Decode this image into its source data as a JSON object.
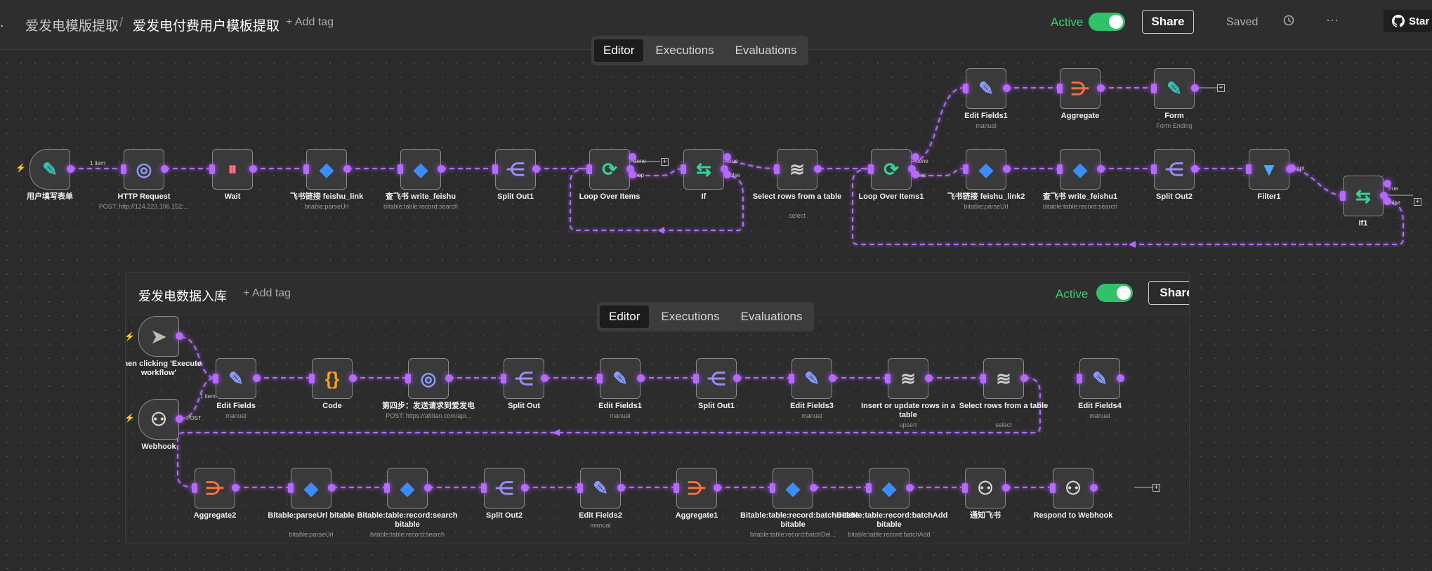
{
  "header": {
    "crumb_prefix": ".",
    "folder": "爱发电模版提取",
    "separator": "/",
    "workflow_name": "爱发电付费用户模板提取",
    "add_tag": "+ Add tag",
    "active_label": "Active",
    "share_label": "Share",
    "saved_label": "Saved",
    "more_icon": "···",
    "github_label": "Star"
  },
  "tabs": [
    "Editor",
    "Executions",
    "Evaluations"
  ],
  "inner": {
    "workflow_name": "爱发电数据入库",
    "add_tag": "+ Add tag",
    "active_label": "Active",
    "share_label": "Share",
    "tabs": [
      "Editor",
      "Executions",
      "Evaluations"
    ]
  },
  "colors": {
    "accent": "#a855f7",
    "active": "#2ec26b"
  },
  "top_nodes": [
    {
      "id": "t0",
      "label": "用户填写表单",
      "sub": "",
      "icon": "form-icon",
      "glyph": "✎",
      "color": "#36c3b5",
      "trigger": true
    },
    {
      "id": "t1",
      "label": "HTTP Request",
      "sub": "POST: http://124.223.106.152:...",
      "icon": "globe-icon",
      "glyph": "◎",
      "color": "#8b9cff"
    },
    {
      "id": "t2",
      "label": "Wait",
      "sub": "",
      "icon": "pause-icon",
      "glyph": "⏸",
      "color": "#ff6f7f"
    },
    {
      "id": "t3",
      "label": "飞书链接 feishu_link",
      "sub": "bitable:parseUrl",
      "icon": "feishu-icon",
      "glyph": "◆",
      "color": "#3b8cff"
    },
    {
      "id": "t4",
      "label": "查飞书 write_feishu",
      "sub": "bitable:table:record:search",
      "icon": "feishu-icon",
      "glyph": "◆",
      "color": "#3b8cff"
    },
    {
      "id": "t5",
      "label": "Split Out1",
      "sub": "",
      "icon": "split-icon",
      "glyph": "⋲",
      "color": "#9a8cff"
    },
    {
      "id": "t6",
      "label": "Loop Over Items",
      "sub": "",
      "icon": "loop-icon",
      "glyph": "⟳",
      "color": "#36d399"
    },
    {
      "id": "t7",
      "label": "If",
      "sub": "",
      "icon": "if-icon",
      "glyph": "⇆",
      "color": "#36d399"
    },
    {
      "id": "t8",
      "label": "Select rows from a table",
      "sub": "select",
      "icon": "database-icon",
      "glyph": "≋",
      "color": "#cccccc"
    },
    {
      "id": "t9",
      "label": "Loop Over Items1",
      "sub": "",
      "icon": "loop-icon",
      "glyph": "⟳",
      "color": "#36d399"
    },
    {
      "id": "t10",
      "label": "飞书链接 feishu_link2",
      "sub": "bitable:parseUrl",
      "icon": "feishu-icon",
      "glyph": "◆",
      "color": "#3b8cff"
    },
    {
      "id": "t11",
      "label": "查飞书 write_feishu1",
      "sub": "bitable:table:record:search",
      "icon": "feishu-icon",
      "glyph": "◆",
      "color": "#3b8cff"
    },
    {
      "id": "t12",
      "label": "Split Out2",
      "sub": "",
      "icon": "split-icon",
      "glyph": "⋲",
      "color": "#9a8cff"
    },
    {
      "id": "t13",
      "label": "Filter1",
      "sub": "",
      "icon": "filter-icon",
      "glyph": "▼",
      "color": "#4aa8ff"
    },
    {
      "id": "t14",
      "label": "If1",
      "sub": "",
      "icon": "if-icon",
      "glyph": "⇆",
      "color": "#36d399"
    },
    {
      "id": "t15",
      "label": "Edit Fields1",
      "sub": "manual",
      "icon": "pencil-icon",
      "glyph": "✎",
      "color": "#8b9cff"
    },
    {
      "id": "t16",
      "label": "Aggregate",
      "sub": "",
      "icon": "aggregate-icon",
      "glyph": "⋺",
      "color": "#ff6d3a"
    },
    {
      "id": "t17",
      "label": "Form",
      "sub": "Form Ending",
      "icon": "form-icon",
      "glyph": "✎",
      "color": "#36c3b5"
    }
  ],
  "bottom_nodes": [
    {
      "id": "b0",
      "label": "When clicking 'Execute workflow'",
      "sub": "",
      "icon": "cursor-icon",
      "glyph": "➤",
      "color": "#bbbbbb",
      "trigger": true
    },
    {
      "id": "b1",
      "label": "Webhook",
      "sub": "",
      "icon": "webhook-icon",
      "glyph": "⚇",
      "color": "#dddddd",
      "trigger": true
    },
    {
      "id": "b2",
      "label": "Edit Fields",
      "sub": "manual",
      "icon": "pencil-icon",
      "glyph": "✎",
      "color": "#8b9cff"
    },
    {
      "id": "b3",
      "label": "Code",
      "sub": "",
      "icon": "code-icon",
      "glyph": "{}",
      "color": "#ff9f1c"
    },
    {
      "id": "b4",
      "label": "第四步：发送请求到爱发电",
      "sub": "POST: https://afdian.com/api...",
      "icon": "globe-icon",
      "glyph": "◎",
      "color": "#8b9cff"
    },
    {
      "id": "b5",
      "label": "Split Out",
      "sub": "",
      "icon": "split-icon",
      "glyph": "⋲",
      "color": "#9a8cff"
    },
    {
      "id": "b6",
      "label": "Edit Fields1",
      "sub": "manual",
      "icon": "pencil-icon",
      "glyph": "✎",
      "color": "#8b9cff"
    },
    {
      "id": "b7",
      "label": "Split Out1",
      "sub": "",
      "icon": "split-icon",
      "glyph": "⋲",
      "color": "#9a8cff"
    },
    {
      "id": "b8",
      "label": "Edit Fields3",
      "sub": "manual",
      "icon": "pencil-icon",
      "glyph": "✎",
      "color": "#8b9cff"
    },
    {
      "id": "b9",
      "label": "Insert or update rows in a table",
      "sub": "upsert",
      "icon": "database-icon",
      "glyph": "≋",
      "color": "#cccccc"
    },
    {
      "id": "b10",
      "label": "Select rows from a table",
      "sub": "select",
      "icon": "database-icon",
      "glyph": "≋",
      "color": "#cccccc"
    },
    {
      "id": "b11",
      "label": "Edit Fields4",
      "sub": "manual",
      "icon": "pencil-icon",
      "glyph": "✎",
      "color": "#8b9cff"
    },
    {
      "id": "b12",
      "label": "Aggregate2",
      "sub": "",
      "icon": "aggregate-icon",
      "glyph": "⋺",
      "color": "#ff6d3a"
    },
    {
      "id": "b13",
      "label": "Bitable:parseUrl bitable",
      "sub": "bitable:parseUrl",
      "icon": "feishu-icon",
      "glyph": "◆",
      "color": "#3b8cff"
    },
    {
      "id": "b14",
      "label": "Bitable:table:record:search bitable",
      "sub": "bitable:table:record:search",
      "icon": "feishu-icon",
      "glyph": "◆",
      "color": "#3b8cff"
    },
    {
      "id": "b15",
      "label": "Split Out2",
      "sub": "",
      "icon": "split-icon",
      "glyph": "⋲",
      "color": "#9a8cff"
    },
    {
      "id": "b16",
      "label": "Edit Fields2",
      "sub": "manual",
      "icon": "pencil-icon",
      "glyph": "✎",
      "color": "#8b9cff"
    },
    {
      "id": "b17",
      "label": "Aggregate1",
      "sub": "",
      "icon": "aggregate-icon",
      "glyph": "⋺",
      "color": "#ff6d3a"
    },
    {
      "id": "b18",
      "label": "Bitable:table:record:batchDelete bitable",
      "sub": "bitable:table:record:batchDel...",
      "icon": "feishu-icon",
      "glyph": "◆",
      "color": "#3b8cff"
    },
    {
      "id": "b19",
      "label": "Bitable:table:record:batchAdd bitable",
      "sub": "bitable:table:record:batchAdd",
      "icon": "feishu-icon",
      "glyph": "◆",
      "color": "#3b8cff"
    },
    {
      "id": "b20",
      "label": "通知飞书",
      "sub": "",
      "icon": "webhook-icon",
      "glyph": "⚇",
      "color": "#dddddd"
    },
    {
      "id": "b21",
      "label": "Respond to Webhook",
      "sub": "",
      "icon": "webhook-icon",
      "glyph": "⚇",
      "color": "#dddddd"
    }
  ],
  "edge_labels": {
    "one_item": "1 item",
    "done": "done",
    "loop": "loop",
    "true": "true",
    "false": "false",
    "kept": "Kept",
    "post": "POST"
  }
}
